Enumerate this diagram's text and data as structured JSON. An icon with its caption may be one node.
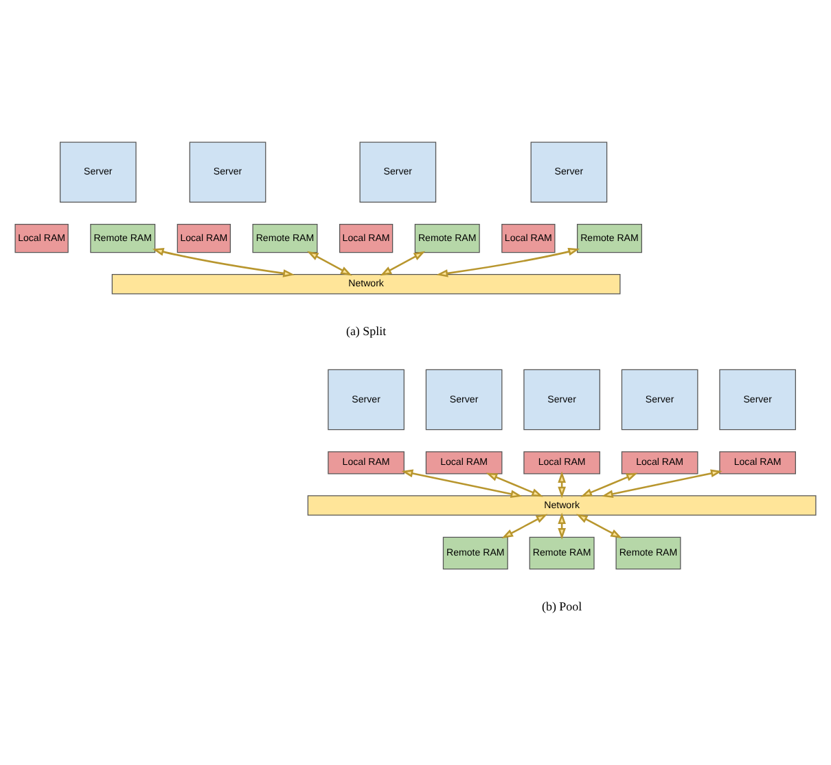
{
  "diagram": {
    "nodes": [
      {
        "text": [
          "Server"
        ]
      },
      {
        "text": [
          "Server"
        ]
      },
      {
        "text": [
          "Server"
        ]
      },
      {
        "text": [
          "Server"
        ]
      },
      {
        "text": [
          "Local RAM"
        ]
      },
      {
        "text": [
          "Remote RAM"
        ]
      },
      {
        "text": [
          "Local RAM"
        ]
      },
      {
        "text": [
          "Remote RAM"
        ]
      },
      {
        "text": [
          "Local RAM"
        ]
      },
      {
        "text": [
          "Remote RAM"
        ]
      },
      {
        "text": [
          "Local RAM"
        ]
      },
      {
        "text": [
          "Remote RAM"
        ]
      },
      {
        "text": [
          "Network"
        ]
      },
      {
        "text": [
          "Server"
        ]
      },
      {
        "text": [
          "Server"
        ]
      },
      {
        "text": [
          "Server"
        ]
      },
      {
        "text": [
          "Server"
        ]
      },
      {
        "text": [
          "Server"
        ]
      },
      {
        "text": [
          "Local RAM"
        ]
      },
      {
        "text": [
          "Local RAM"
        ]
      },
      {
        "text": [
          "Local RAM"
        ]
      },
      {
        "text": [
          "Local RAM"
        ]
      },
      {
        "text": [
          "Local RAM"
        ]
      },
      {
        "text": [
          "Network"
        ]
      },
      {
        "text": [
          "Remote RAM"
        ]
      },
      {
        "text": [
          "Remote RAM"
        ]
      },
      {
        "text": [
          "Remote RAM"
        ]
      }
    ],
    "edges": [
      {
        "from": 5,
        "to": 12,
        "arrow": "both"
      },
      {
        "from": 7,
        "to": 12,
        "arrow": "both"
      },
      {
        "from": 9,
        "to": 12,
        "arrow": "both"
      },
      {
        "from": 11,
        "to": 12,
        "arrow": "both"
      },
      {
        "from": 18,
        "to": 23,
        "arrow": "both"
      },
      {
        "from": 19,
        "to": 23,
        "arrow": "both"
      },
      {
        "from": 20,
        "to": 23,
        "arrow": "both"
      },
      {
        "from": 21,
        "to": 23,
        "arrow": "both"
      },
      {
        "from": 22,
        "to": 23,
        "arrow": "both"
      },
      {
        "from": 23,
        "to": 24,
        "arrow": "both"
      },
      {
        "from": 23,
        "to": 25,
        "arrow": "both"
      },
      {
        "from": 23,
        "to": 26,
        "arrow": "both"
      }
    ],
    "labels": [
      "(a) Split",
      "(b) Pool"
    ]
  }
}
